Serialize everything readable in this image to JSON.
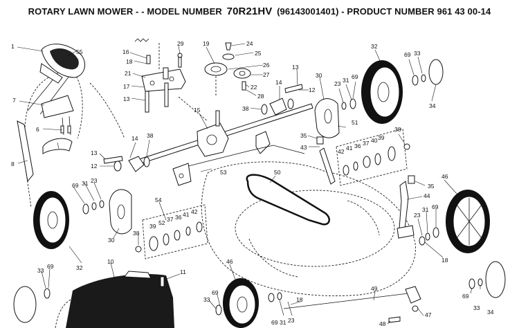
{
  "header": {
    "title_prefix": "ROTARY LAWN MOWER - - MODEL NUMBER",
    "model": "70R21HV",
    "title_suffix": "(96143001401) - PRODUCT NUMBER 961 43 00-14"
  },
  "callouts": {
    "c1": "1",
    "c55": "55",
    "c7": "7",
    "c6": "6",
    "c8": "8",
    "c16": "16",
    "c18a": "18",
    "c21": "21",
    "c17": "17",
    "c13a": "13",
    "c29": "29",
    "c19": "19",
    "c24": "24",
    "c25": "25",
    "c26": "26",
    "c27": "27",
    "c22": "22",
    "c28": "28",
    "c13b": "13",
    "c14a": "14",
    "c12a": "12",
    "c38a": "38",
    "c30a": "30",
    "c15": "15",
    "c14b": "14",
    "c38b": "38",
    "c13c": "13",
    "c12b": "12",
    "c32a": "32",
    "c69a": "69",
    "c33a": "33",
    "c23a": "23",
    "c31a": "31",
    "c69b": "69",
    "c34a": "34",
    "c35a": "35",
    "c43": "43",
    "c51": "51",
    "c38c": "38",
    "c42a": "42",
    "c41a": "41",
    "c36a": "36",
    "c37a": "37",
    "c40": "40",
    "c39a": "39",
    "c53": "53",
    "c50": "50",
    "c69c": "69",
    "c31b": "31",
    "c23b": "23",
    "c54": "54",
    "c39b": "39",
    "c52": "52",
    "c37b": "37",
    "c36b": "36",
    "c41b": "41",
    "c42b": "42",
    "c38d": "38",
    "c30b": "30",
    "c32b": "32",
    "c35b": "35",
    "c44": "44",
    "c46a": "46",
    "c31c": "31",
    "c69d": "69",
    "c23c": "23",
    "c18b": "18",
    "c33b": "33",
    "c69e": "69",
    "c10": "10",
    "c11": "11",
    "c46b": "46",
    "c33c": "33",
    "c69f": "69",
    "c49": "49",
    "c47": "47",
    "c48": "48",
    "c69g": "69",
    "c33d": "33",
    "c34b": "34",
    "c69h": "69",
    "c31d": "31",
    "c23d": "23",
    "c18c": "18"
  }
}
